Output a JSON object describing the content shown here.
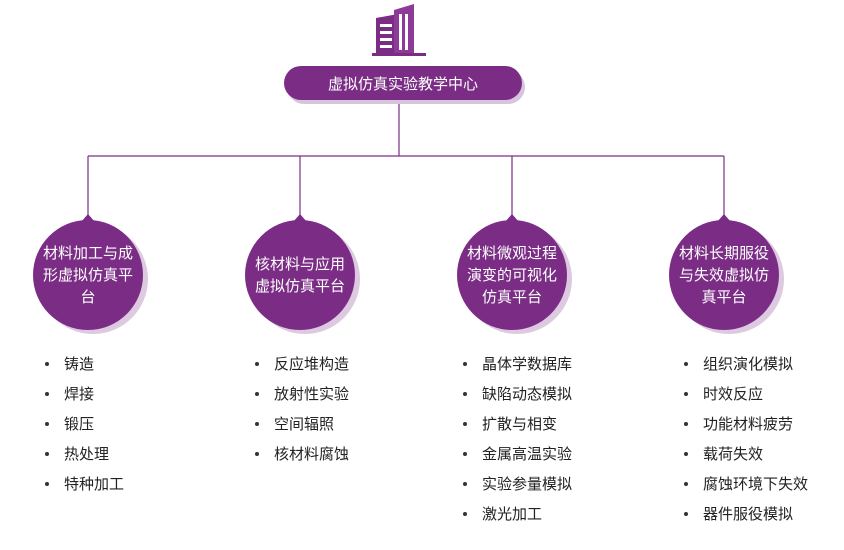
{
  "root": {
    "title": "虚拟仿真实验教学中心",
    "icon": "building-icon"
  },
  "colors": {
    "primary": "#7b2d86",
    "shadow": "#ddc9e0",
    "line": "#7b2d86"
  },
  "branches": [
    {
      "label": "材料加工与成形虚拟仿真平台",
      "items": [
        "铸造",
        "焊接",
        "锻压",
        "热处理",
        "特种加工"
      ]
    },
    {
      "label": "核材料与应用虚拟仿真平台",
      "items": [
        "反应堆构造",
        "放射性实验",
        "空间辐照",
        "核材料腐蚀"
      ]
    },
    {
      "label": "材料微观过程演变的可视化仿真平台",
      "items": [
        "晶体学数据库",
        "缺陷动态模拟",
        "扩散与相变",
        "金属高温实验",
        "实验参量模拟",
        "激光加工"
      ]
    },
    {
      "label": "材料长期服役与失效虚拟仿真平台",
      "items": [
        "组织演化模拟",
        "时效反应",
        "功能材料疲劳",
        "载荷失效",
        "腐蚀环境下失效",
        "器件服役模拟"
      ]
    }
  ]
}
